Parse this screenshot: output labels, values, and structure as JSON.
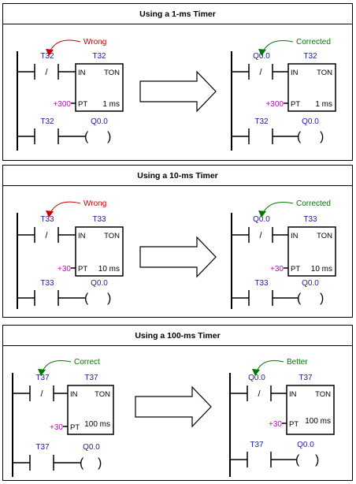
{
  "panels": [
    {
      "title": "Using a 1-ms Timer",
      "before": {
        "annotation": "Wrong",
        "contact_tag": "T32",
        "timer_tag": "T32",
        "preset": "+300",
        "resolution": "1 ms",
        "out_contact_tag": "T32",
        "coil_tag": "Q0.0"
      },
      "after": {
        "annotation": "Corrected",
        "contact_tag": "Q0.0",
        "timer_tag": "T32",
        "preset": "+300",
        "resolution": "1 ms",
        "out_contact_tag": "T32",
        "coil_tag": "Q0.0"
      }
    },
    {
      "title": "Using a 10-ms Timer",
      "before": {
        "annotation": "Wrong",
        "contact_tag": "T33",
        "timer_tag": "T33",
        "preset": "+30",
        "resolution": "10 ms",
        "out_contact_tag": "T33",
        "coil_tag": "Q0.0"
      },
      "after": {
        "annotation": "Corrected",
        "contact_tag": "Q0.0",
        "timer_tag": "T33",
        "preset": "+30",
        "resolution": "10 ms",
        "out_contact_tag": "T33",
        "coil_tag": "Q0.0"
      }
    },
    {
      "title": "Using a 100-ms Timer",
      "before": {
        "annotation": "Correct",
        "contact_tag": "T37",
        "timer_tag": "T37",
        "preset": "+30",
        "resolution": "100 ms",
        "out_contact_tag": "T37",
        "coil_tag": "Q0.0"
      },
      "after": {
        "annotation": "Better",
        "contact_tag": "Q0.0",
        "timer_tag": "T37",
        "preset": "+30",
        "resolution": "100 ms",
        "out_contact_tag": "T37",
        "coil_tag": "Q0.0"
      }
    }
  ],
  "common": {
    "in_label": "IN",
    "ton_label": "TON",
    "pt_label": "PT",
    "nc_symbol": "/",
    "coil_left": "(",
    "coil_right": ")"
  },
  "colors": {
    "tag": "#1a1aa6",
    "preset": "#cc00cc",
    "wrong": "#cc0000",
    "corrected": "#007700",
    "line": "#000000"
  }
}
